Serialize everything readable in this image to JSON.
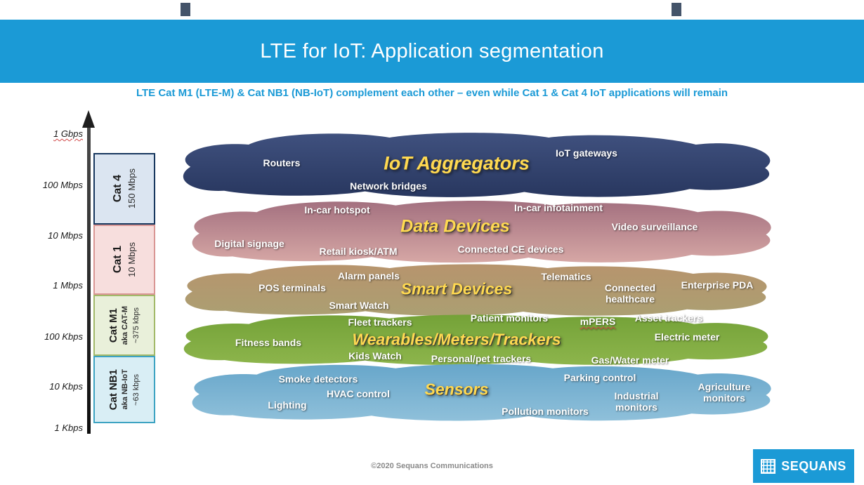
{
  "header": {
    "title": "LTE for IoT: Application segmentation"
  },
  "subtitle": "LTE Cat M1 (LTE-M) & Cat NB1 (NB-IoT) complement each other – even while Cat 1 & Cat 4 IoT applications will remain",
  "axis": {
    "labels": [
      "1 Gbps",
      "100 Mbps",
      "10 Mbps",
      "1 Mbps",
      "100 Kbps",
      "10 Kbps",
      "1 Kbps"
    ]
  },
  "categories": [
    {
      "name": "Cat 4",
      "rate": "150 Mbps"
    },
    {
      "name": "Cat 1",
      "rate": "10 Mbps"
    },
    {
      "name": "Cat M1",
      "aka": "aka CAT-M",
      "rate": "~375 kbps"
    },
    {
      "name": "Cat NB1",
      "aka": "aka NB-IoT",
      "rate": "~63 kbps"
    }
  ],
  "bands": [
    {
      "title": "IoT Aggregators",
      "items": [
        "Routers",
        "IoT gateways",
        "Network bridges"
      ]
    },
    {
      "title": "Data Devices",
      "items": [
        "In-car hotspot",
        "In-car infotainment",
        "Video surveillance",
        "Digital signage",
        "Retail kiosk/ATM",
        "Connected CE devices"
      ]
    },
    {
      "title": "Smart Devices",
      "items": [
        "Alarm panels",
        "Telematics",
        "POS terminals",
        "Enterprise PDA",
        "Connected\nhealthcare",
        "Smart Watch"
      ]
    },
    {
      "title": "Wearables/Meters/Trackers",
      "items": [
        "Fleet trackers",
        "Patient monitors",
        "mPERS",
        "Asset trackers",
        "Electric meter",
        "Fitness bands",
        "Kids Watch",
        "Personal/pet trackers",
        "Gas/Water meter"
      ]
    },
    {
      "title": "Sensors",
      "items": [
        "Smoke detectors",
        "Parking control",
        "HVAC control",
        "Lighting",
        "Pollution monitors",
        "Industrial\nmonitors",
        "Agriculture\nmonitors"
      ]
    }
  ],
  "footer": {
    "copyright": "©2020 Sequans Communications"
  },
  "logo": {
    "text": "SEQUANS"
  },
  "colors": {
    "header_blue": "#1b9ad6",
    "band_iot_aggregators": "#2f3f6d",
    "band_data_devices": "#bd8a93",
    "band_smart_devices": "#b29871",
    "band_wearables": "#7da73f",
    "band_sensors": "#7cb3d3",
    "title_yellow": "#ffd951"
  }
}
